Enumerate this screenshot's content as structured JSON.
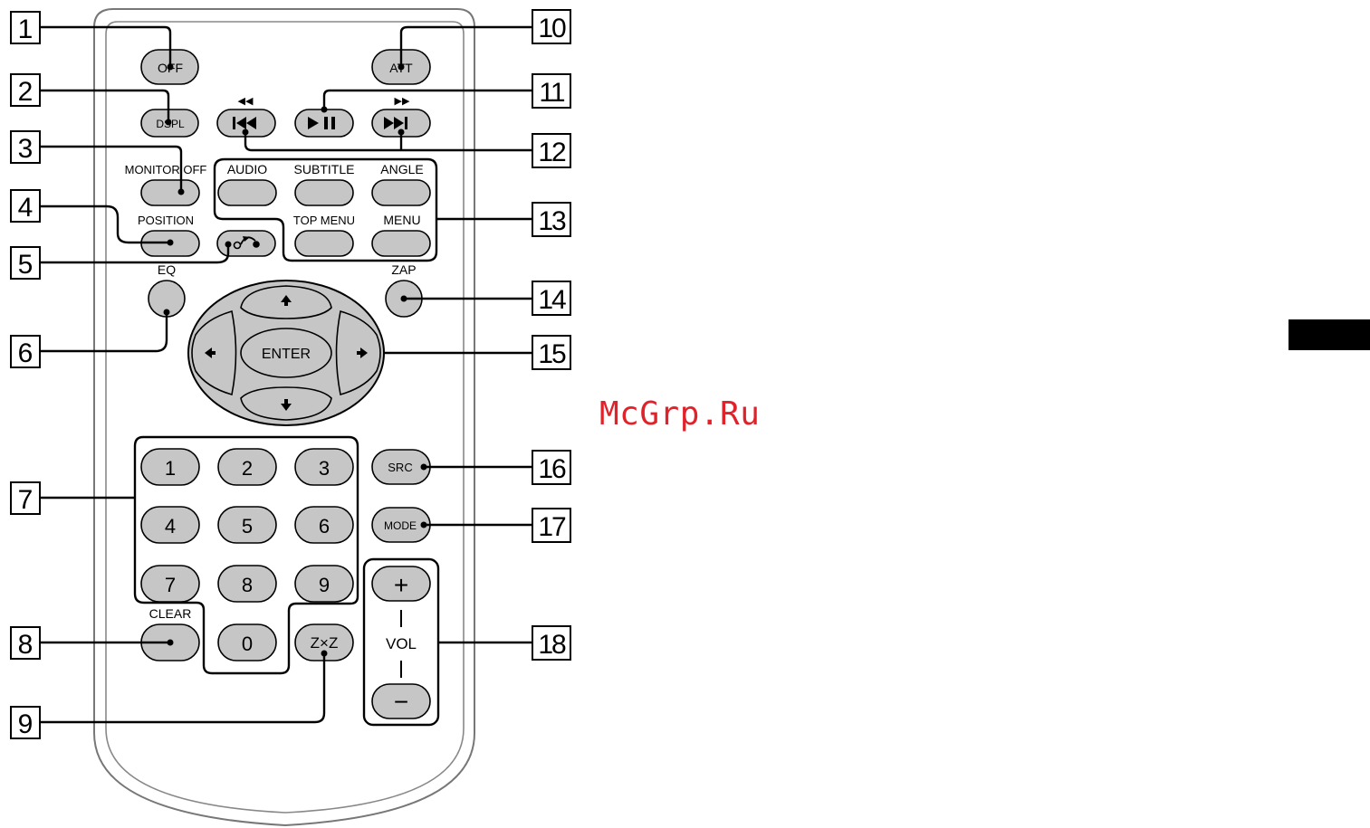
{
  "buttons": {
    "off": "OFF",
    "att": "ATT",
    "dspl": "DSPL",
    "monitor_off": "MONITOR OFF",
    "position": "POSITION",
    "audio": "AUDIO",
    "subtitle": "SUBTITLE",
    "angle": "ANGLE",
    "top_menu": "TOP MENU",
    "menu": "MENU",
    "eq": "EQ",
    "zap": "ZAP",
    "enter": "ENTER",
    "src": "SRC",
    "mode": "MODE",
    "clear": "CLEAR",
    "zxz": "Z×Z",
    "vol": "VOL",
    "vol_plus": "+",
    "vol_minus": "−",
    "rewind": "◀◀",
    "fast_forward": "▶▶",
    "digits": [
      "1",
      "2",
      "3",
      "4",
      "5",
      "6",
      "7",
      "8",
      "9",
      "0"
    ]
  },
  "callouts": [
    "1",
    "2",
    "3",
    "4",
    "5",
    "6",
    "7",
    "8",
    "9",
    "10",
    "11",
    "12",
    "13",
    "14",
    "15",
    "16",
    "17",
    "18"
  ],
  "watermark": "McGrp.Ru"
}
